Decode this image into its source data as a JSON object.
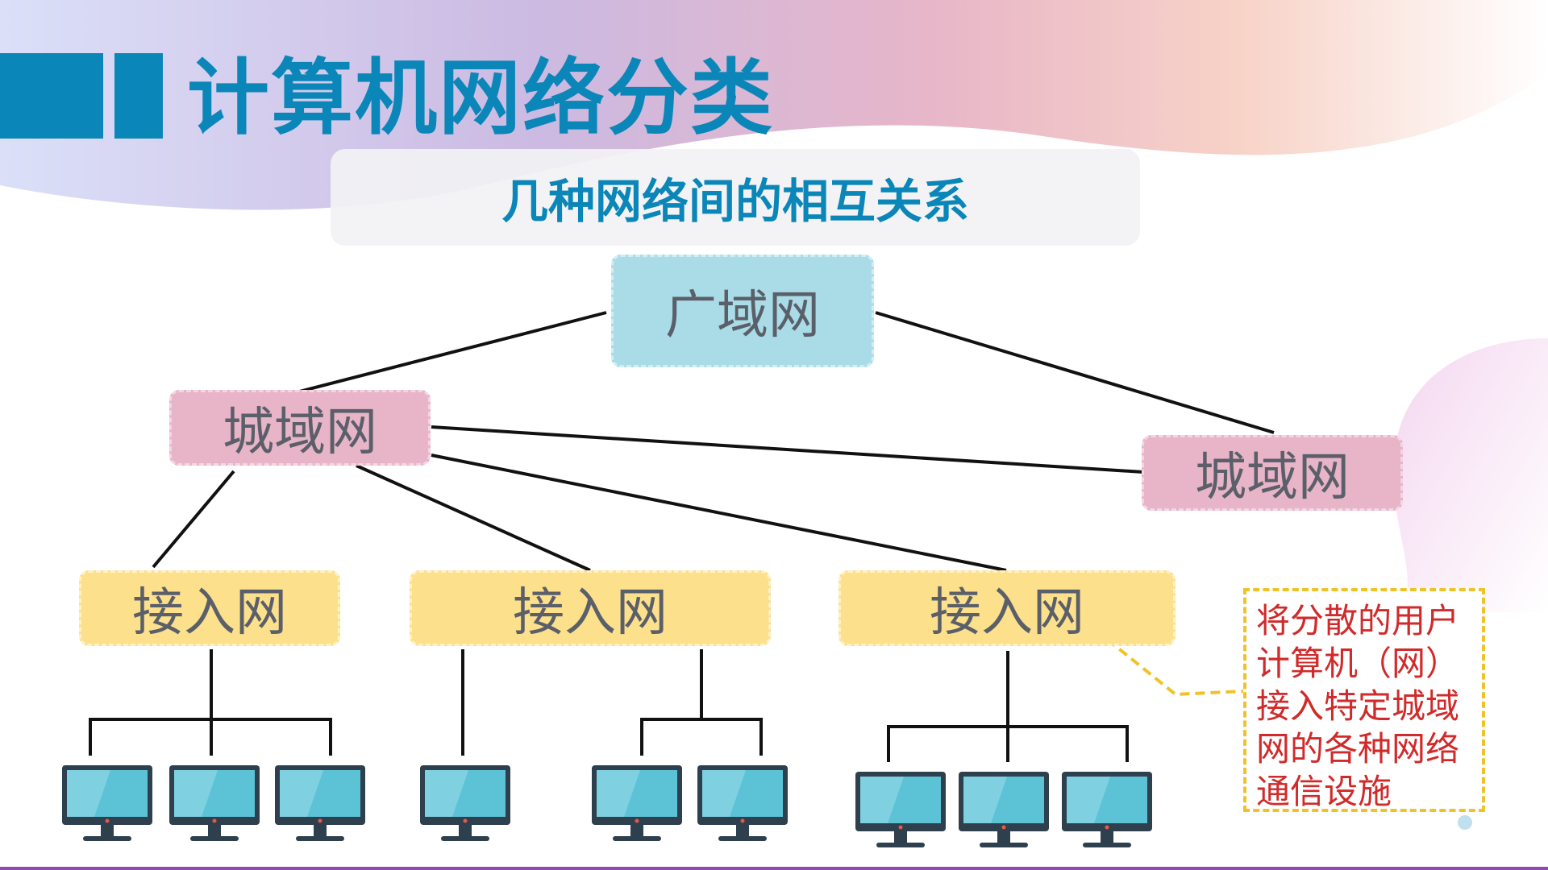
{
  "title": "计算机网络分类",
  "subtitle": "几种网络间的相互关系",
  "nodes": {
    "wan": "广域网",
    "man_left": "城域网",
    "man_right": "城域网",
    "access_1": "接入网",
    "access_2": "接入网",
    "access_3": "接入网"
  },
  "note": "将分散的用户\n计算机（网）\n接入特定城域\n网的各种网络\n通信设施",
  "colors": {
    "accent": "#0b86b8",
    "wan": "#a9dce7",
    "man": "#e8b4c8",
    "access": "#fde08b",
    "note_text": "#d12a2a",
    "note_border": "#f0c22a",
    "monitor_screen": "#5cc2d6"
  }
}
